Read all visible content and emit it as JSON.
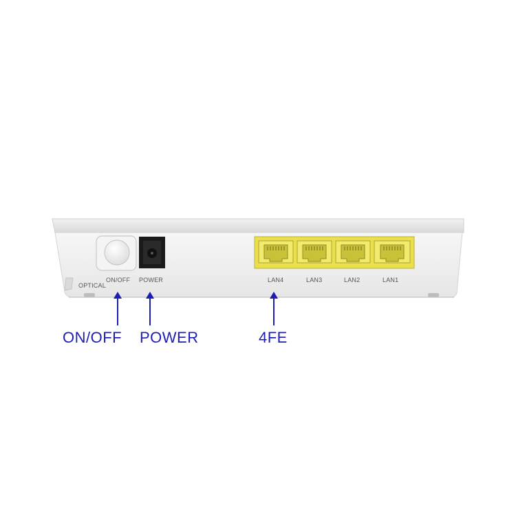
{
  "device": {
    "labels": {
      "optical": "OPTICAL",
      "on_off": "ON/OFF",
      "power": "POWER",
      "lan4": "LAN4",
      "lan3": "LAN3",
      "lan2": "LAN2",
      "lan1": "LAN1"
    },
    "port_color": "#e9e04c",
    "body_color": "#ebebeb"
  },
  "callouts": {
    "on_off": "ON/OFF",
    "power": "POWER",
    "lan": "4FE"
  },
  "colors": {
    "callout": "#1d1db5"
  }
}
